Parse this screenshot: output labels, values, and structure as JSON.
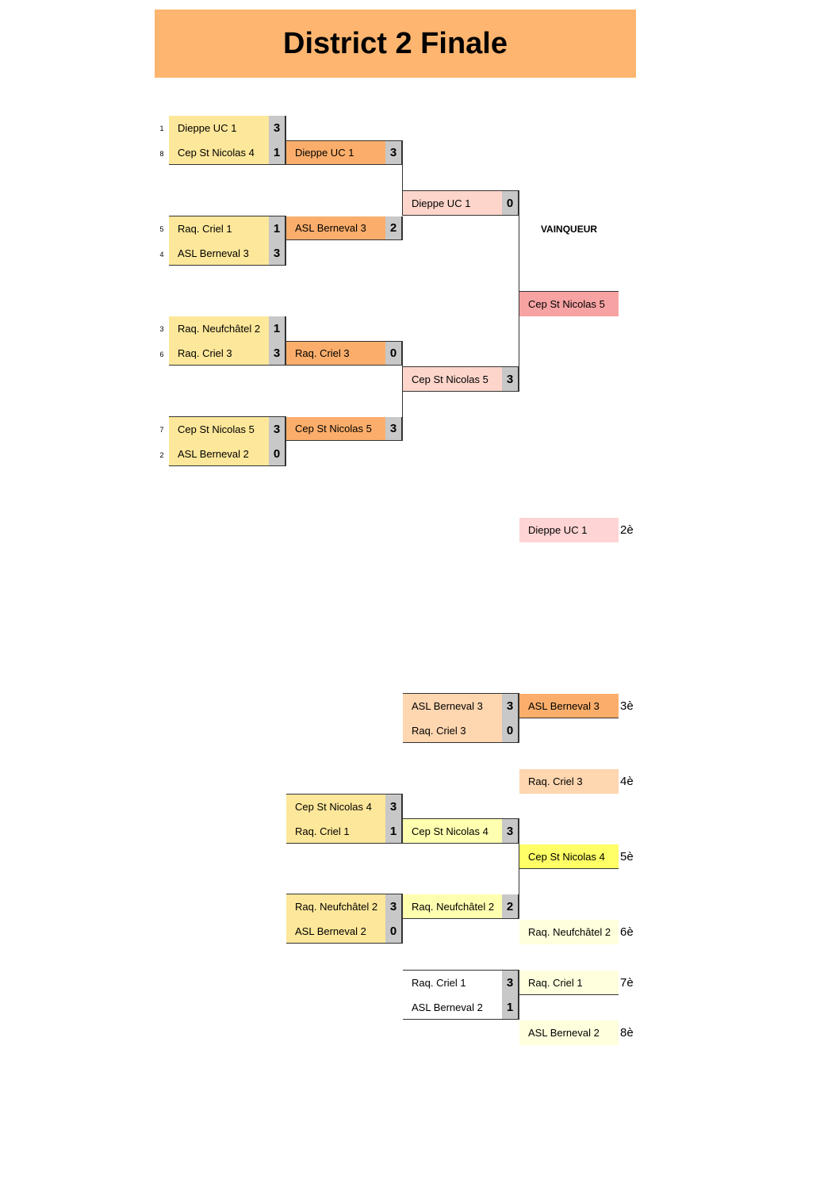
{
  "title": "District 2 Finale",
  "winner_label": "VAINQUEUR",
  "colors": {
    "title_bg": "#fdb56f",
    "round1": "#fde79a",
    "round2": "#fbae6b",
    "semi": "#fdd5cb",
    "winner": "#f8a3a3",
    "second": "#fed4d4",
    "consolation_semi": "#fed6b0",
    "fifth_semi": "#ffffb0",
    "fifth": "#ffff66",
    "sixth": "#ffffdd",
    "score": "#c8c8c8"
  },
  "round1": [
    {
      "seed": "1",
      "team": "Dieppe UC 1",
      "score": "3"
    },
    {
      "seed": "8",
      "team": "Cep St Nicolas 4",
      "score": "1"
    },
    {
      "seed": "5",
      "team": "Raq. Criel 1",
      "score": "1"
    },
    {
      "seed": "4",
      "team": "ASL Berneval 3",
      "score": "3"
    },
    {
      "seed": "3",
      "team": "Raq. Neufchâtel 2",
      "score": "1"
    },
    {
      "seed": "6",
      "team": "Raq. Criel 3",
      "score": "3"
    },
    {
      "seed": "7",
      "team": "Cep St Nicolas 5",
      "score": "3"
    },
    {
      "seed": "2",
      "team": "ASL Berneval 2",
      "score": "0"
    }
  ],
  "round2": [
    {
      "team": "Dieppe UC 1",
      "score": "3"
    },
    {
      "team": "ASL Berneval 3",
      "score": "2"
    },
    {
      "team": "Raq. Criel 3",
      "score": "0"
    },
    {
      "team": "Cep St Nicolas 5",
      "score": "3"
    }
  ],
  "semis": [
    {
      "team": "Dieppe UC 1",
      "score": "0"
    },
    {
      "team": "Cep St Nicolas 5",
      "score": "3"
    }
  ],
  "winner": "Cep St Nicolas 5",
  "second": {
    "team": "Dieppe UC 1",
    "rank": "2è"
  },
  "third_match": [
    {
      "team": "ASL Berneval 3",
      "score": "3"
    },
    {
      "team": "Raq. Criel 3",
      "score": "0"
    }
  ],
  "third": {
    "team": "ASL Berneval 3",
    "rank": "3è"
  },
  "fourth": {
    "team": "Raq. Criel 3",
    "rank": "4è"
  },
  "consolation_round1": [
    {
      "team": "Cep St Nicolas 4",
      "score": "3"
    },
    {
      "team": "Raq. Criel 1",
      "score": "1"
    },
    {
      "team": "Raq. Neufchâtel 2",
      "score": "3"
    },
    {
      "team": "ASL Berneval 2",
      "score": "0"
    }
  ],
  "fifth_match": [
    {
      "team": "Cep St Nicolas 4",
      "score": "3"
    },
    {
      "team": "Raq. Neufchâtel 2",
      "score": "2"
    }
  ],
  "fifth": {
    "team": "Cep St Nicolas 4",
    "rank": "5è"
  },
  "sixth": {
    "team": "Raq. Neufchâtel 2",
    "rank": "6è"
  },
  "seventh_match": [
    {
      "team": "Raq. Criel 1",
      "score": "3"
    },
    {
      "team": "ASL Berneval 2",
      "score": "1"
    }
  ],
  "seventh": {
    "team": "Raq. Criel 1",
    "rank": "7è"
  },
  "eighth": {
    "team": "ASL Berneval 2",
    "rank": "8è"
  }
}
